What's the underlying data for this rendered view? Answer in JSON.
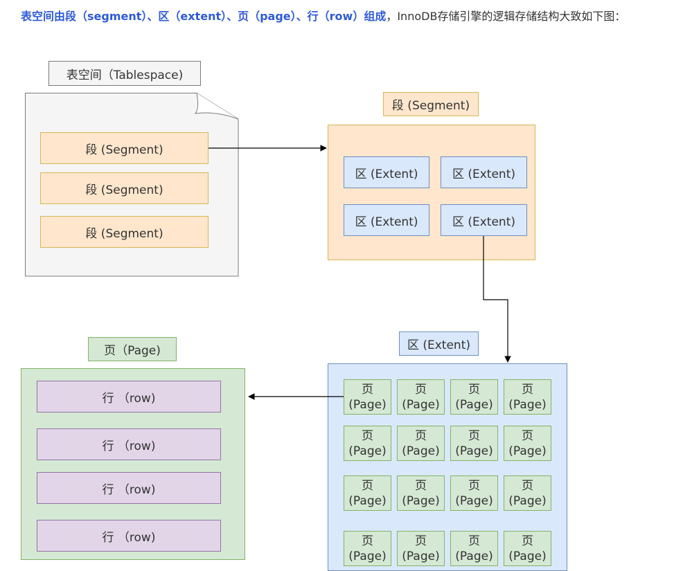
{
  "intro": {
    "bold_text": "表空间由段（segment）、区（extent）、页（page）、行（row）组成",
    "normal_text": "，InnoDB存储引擎的逻辑存储结构大致如下图："
  },
  "tablespace": {
    "title": "表空间（Tablespace)",
    "segments": [
      "段 (Segment)",
      "段 (Segment)",
      "段 (Segment)"
    ]
  },
  "segment_panel": {
    "title": "段 (Segment)",
    "extents": [
      "区 (Extent)",
      "区 (Extent)",
      "区 (Extent)",
      "区 (Extent)"
    ]
  },
  "extent_panel": {
    "title": "区 (Extent)",
    "page_top": "页",
    "page_bottom": "(Page)",
    "page_count": 16
  },
  "page_panel": {
    "title": "页（Page)",
    "rows": [
      "行 （row)",
      "行 （row)",
      "行 （row)",
      "行 （row)"
    ]
  },
  "colors": {
    "link_blue": "#2f5bd6",
    "orange_fill": "#ffe6cc",
    "orange_stroke": "#d6b656",
    "blue_fill": "#dae8fc",
    "blue_stroke": "#6c8ebf",
    "green_fill": "#d5e8d4",
    "green_stroke": "#82b366",
    "purple_fill": "#e1d5e7",
    "purple_stroke": "#9673a6"
  }
}
